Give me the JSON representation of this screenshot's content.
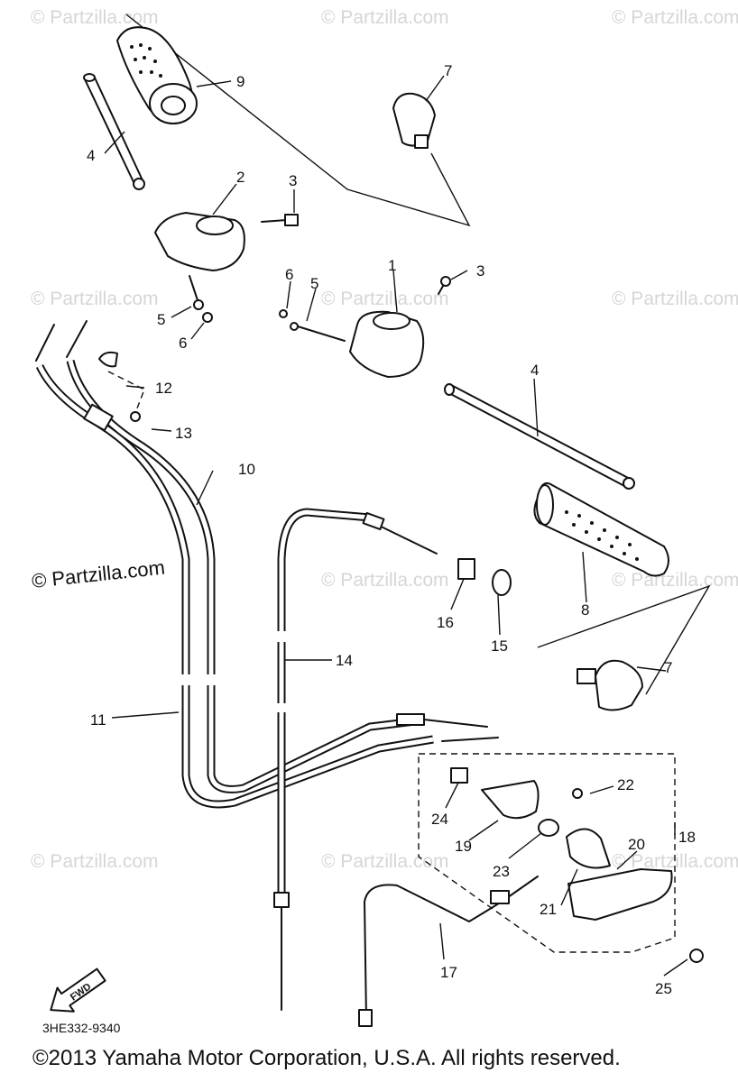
{
  "watermark": "© Partzilla.com",
  "diagram": {
    "code": "3HE332-9340",
    "fwd_label": "FWD",
    "copyright": "©2013 Yamaha Motor Corporation, U.S.A. All rights reserved."
  },
  "callouts": [
    {
      "n": "1",
      "label": "1"
    },
    {
      "n": "2",
      "label": "2"
    },
    {
      "n": "3a",
      "label": "3"
    },
    {
      "n": "3b",
      "label": "3"
    },
    {
      "n": "4a",
      "label": "4"
    },
    {
      "n": "4b",
      "label": "4"
    },
    {
      "n": "5a",
      "label": "5"
    },
    {
      "n": "5b",
      "label": "5"
    },
    {
      "n": "6a",
      "label": "6"
    },
    {
      "n": "6b",
      "label": "6"
    },
    {
      "n": "7a",
      "label": "7"
    },
    {
      "n": "7b",
      "label": "7"
    },
    {
      "n": "8",
      "label": "8"
    },
    {
      "n": "9",
      "label": "9"
    },
    {
      "n": "10",
      "label": "10"
    },
    {
      "n": "11",
      "label": "11"
    },
    {
      "n": "12",
      "label": "12"
    },
    {
      "n": "13",
      "label": "13"
    },
    {
      "n": "14",
      "label": "14"
    },
    {
      "n": "15",
      "label": "15"
    },
    {
      "n": "16",
      "label": "16"
    },
    {
      "n": "17",
      "label": "17"
    },
    {
      "n": "18",
      "label": "18"
    },
    {
      "n": "19",
      "label": "19"
    },
    {
      "n": "20",
      "label": "20"
    },
    {
      "n": "21",
      "label": "21"
    },
    {
      "n": "22",
      "label": "22"
    },
    {
      "n": "23",
      "label": "23"
    },
    {
      "n": "24",
      "label": "24"
    },
    {
      "n": "25",
      "label": "25"
    }
  ]
}
